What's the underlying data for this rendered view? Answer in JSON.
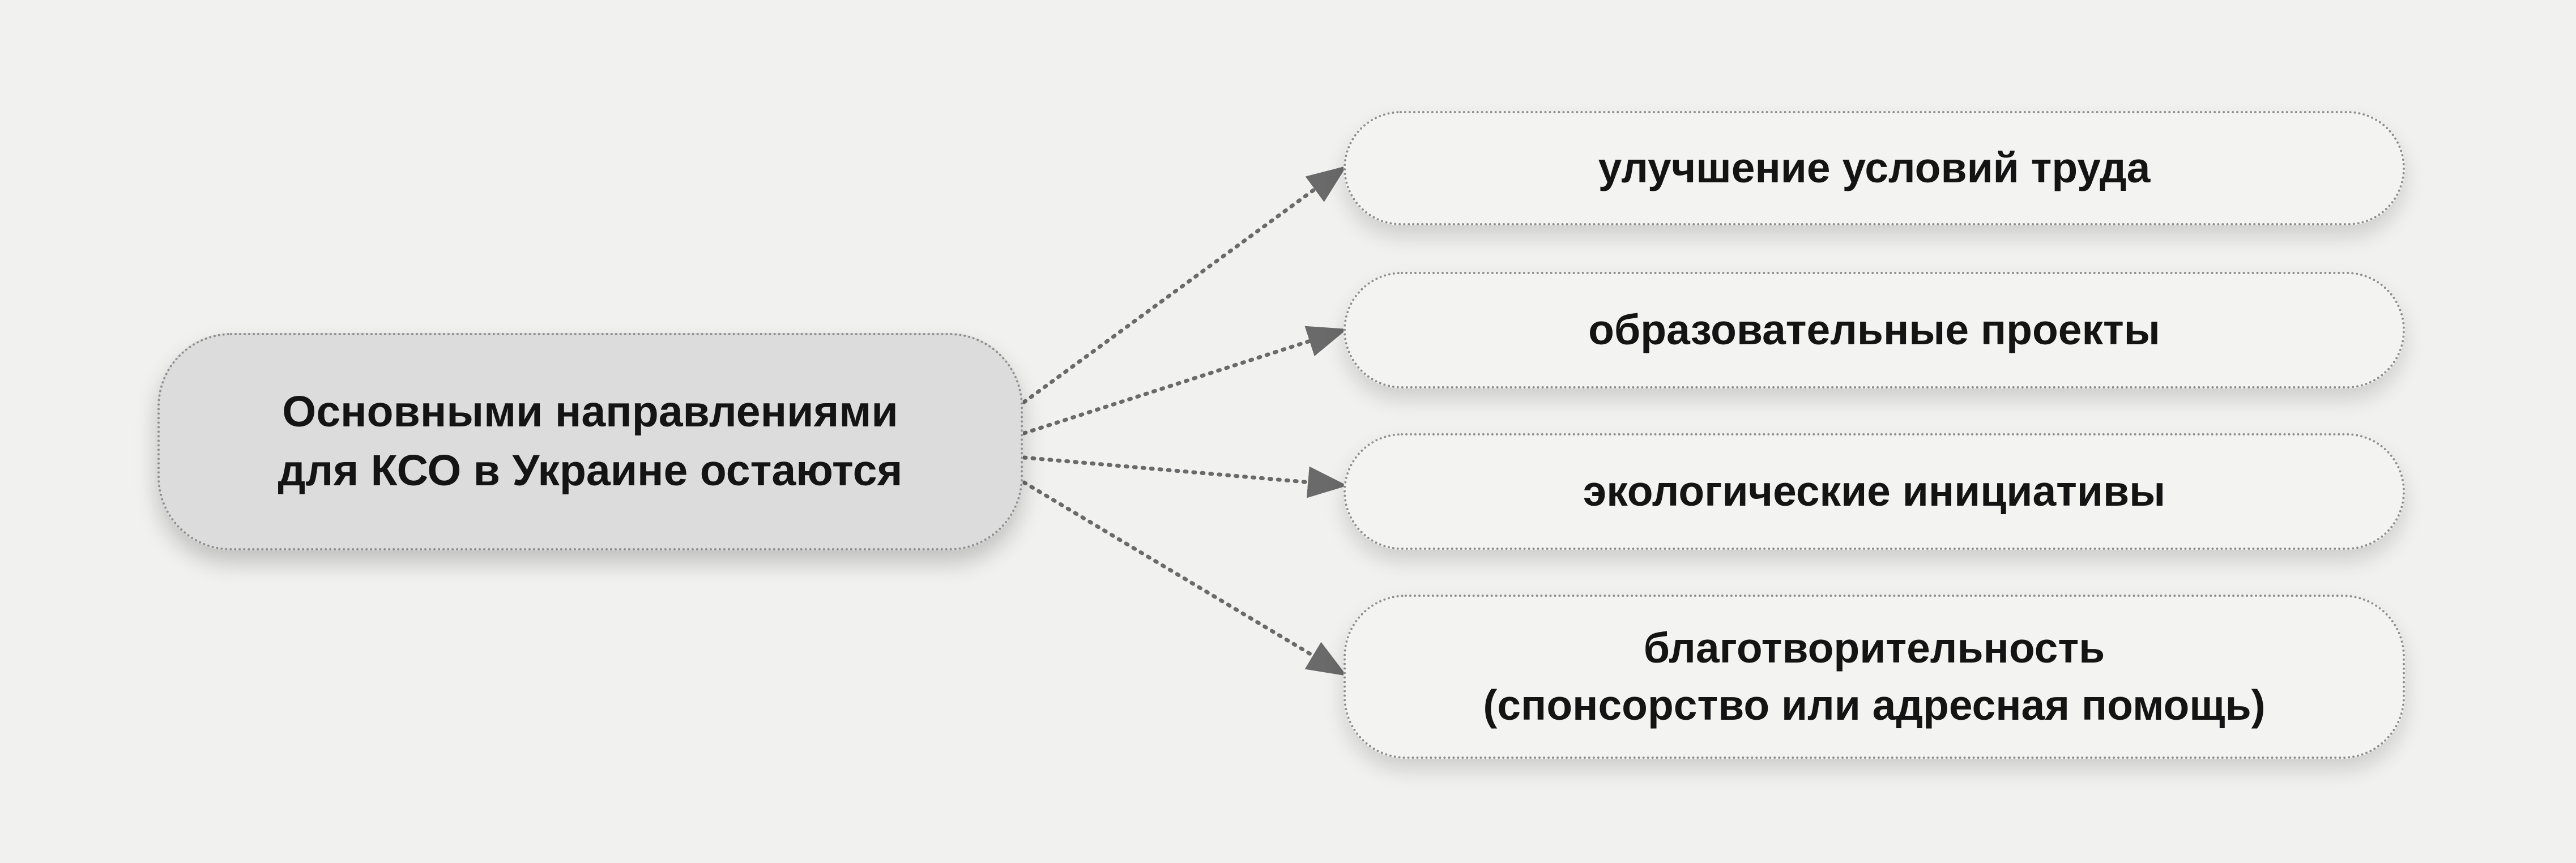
{
  "source": {
    "lines": [
      "Основными направлениями",
      "для КСО в Украине остаются"
    ]
  },
  "targets": [
    {
      "lines": [
        "улучшение условий труда"
      ]
    },
    {
      "lines": [
        "образовательные проекты"
      ]
    },
    {
      "lines": [
        "экологические инициативы"
      ]
    },
    {
      "lines": [
        "благотворительность",
        "(спонсорство или адресная помощь)"
      ]
    }
  ],
  "colors": {
    "background": "#f1f1f0",
    "source_fill": "#dcdcdc",
    "target_fill": "#f3f3f2",
    "border": "#8e8e8e",
    "arrow": "#6a6a6a",
    "text": "#141414"
  }
}
